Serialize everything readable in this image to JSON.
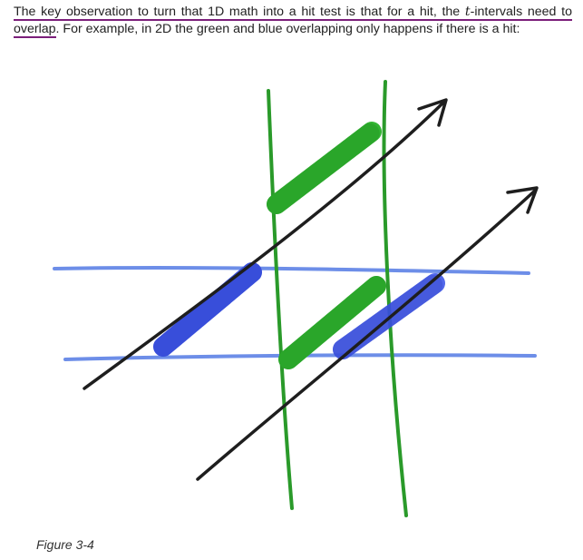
{
  "text": {
    "line1_pre": "The key observation to turn that 1D math into a hit test is that for a hit, the ",
    "t_symbol": "t",
    "line1_post": "-intervals need to",
    "line2_underlined": "overlap",
    "line2_rest": ". For example, in 2D the green and blue overlapping only happens if there is a hit:"
  },
  "figure": {
    "caption": "Figure 3-4",
    "colors": {
      "green": "#2a9a2a",
      "green_fill": "#32b532",
      "blue": "#3a5be0",
      "blue_fill": "#3f58e8",
      "light_blue": "#6d8ee8",
      "ray": "#1e1e1e"
    }
  }
}
